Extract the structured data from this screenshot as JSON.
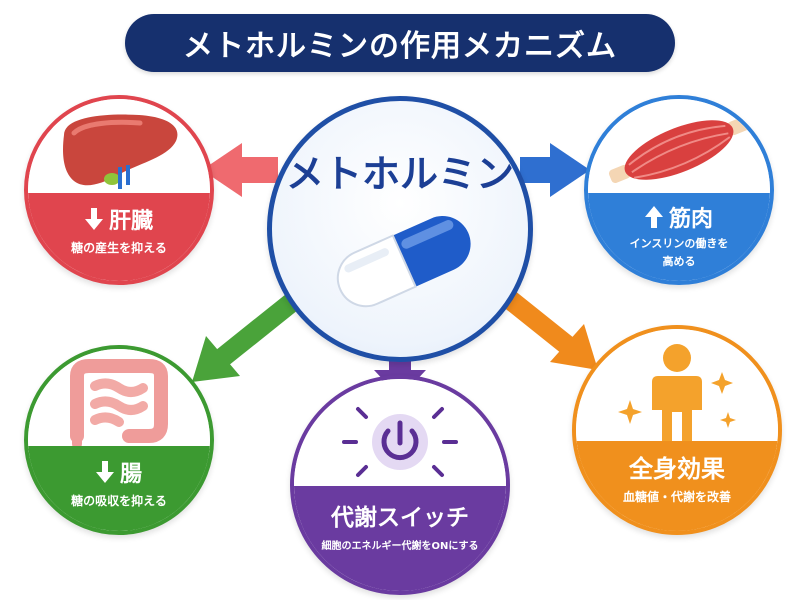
{
  "title": "メトホルミンの作用メカニズム",
  "center": {
    "label": "メトホルミン"
  },
  "nodes": {
    "liver": {
      "label": "肝臓",
      "direction": "down",
      "description": "糖の産生を抑える",
      "color": "#e0454e",
      "icon": "liver-icon"
    },
    "muscle": {
      "label": "筋肉",
      "direction": "up",
      "description_line1": "インスリンの働きを",
      "description_line2": "高める",
      "color": "#2f7fd8",
      "icon": "muscle-icon"
    },
    "intestine": {
      "label": "腸",
      "direction": "down",
      "description": "糖の吸収を抑える",
      "color": "#3c9a31",
      "icon": "intestine-icon"
    },
    "switch": {
      "label": "代謝スイッチ",
      "description": "細胞のエネルギー代謝をONにする",
      "color": "#6a3ba0",
      "icon": "power-icon"
    },
    "body": {
      "label": "全身効果",
      "description": "血糖値・代謝を改善",
      "color": "#f0901d",
      "icon": "person-icon"
    }
  },
  "colors": {
    "title_bg": "#16306e",
    "center_border": "#1f4fa6",
    "center_text": "#1c3f95",
    "arrow_liver": "#ef6a6f",
    "arrow_muscle": "#2f6fd0",
    "arrow_intestine": "#4aa33a",
    "arrow_switch": "#6a3ba0",
    "arrow_body": "#f08a1c"
  }
}
